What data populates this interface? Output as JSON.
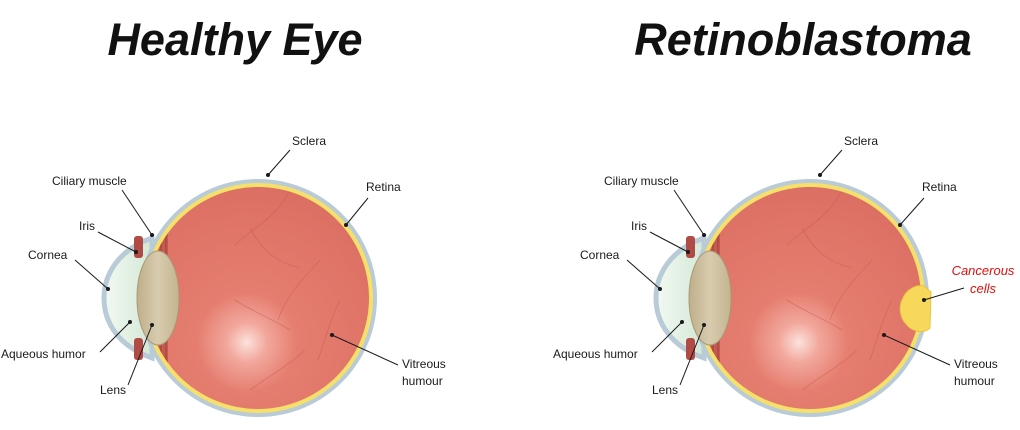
{
  "titles": {
    "left": "Healthy Eye",
    "right": "Retinoblastoma"
  },
  "labels": {
    "sclera": "Sclera",
    "retina": "Retina",
    "ciliary_muscle": "Ciliary muscle",
    "iris": "Iris",
    "cornea": "Cornea",
    "aqueous_humor": "Aqueous humor",
    "lens": "Lens",
    "vitreous_line1": "Vitreous",
    "vitreous_line2": "humour",
    "cancerous_line1": "Cancerous",
    "cancerous_line2": "cells"
  },
  "colors": {
    "sclera": "#b8cbd6",
    "retina": "#f6e06a",
    "vitreous": "#e2766a",
    "lens": "#cdbf9e",
    "cornea": "#e3f1e4",
    "muscle": "#b04b45",
    "tumor": "#f8d85a",
    "cancer_label": "#e01010"
  }
}
